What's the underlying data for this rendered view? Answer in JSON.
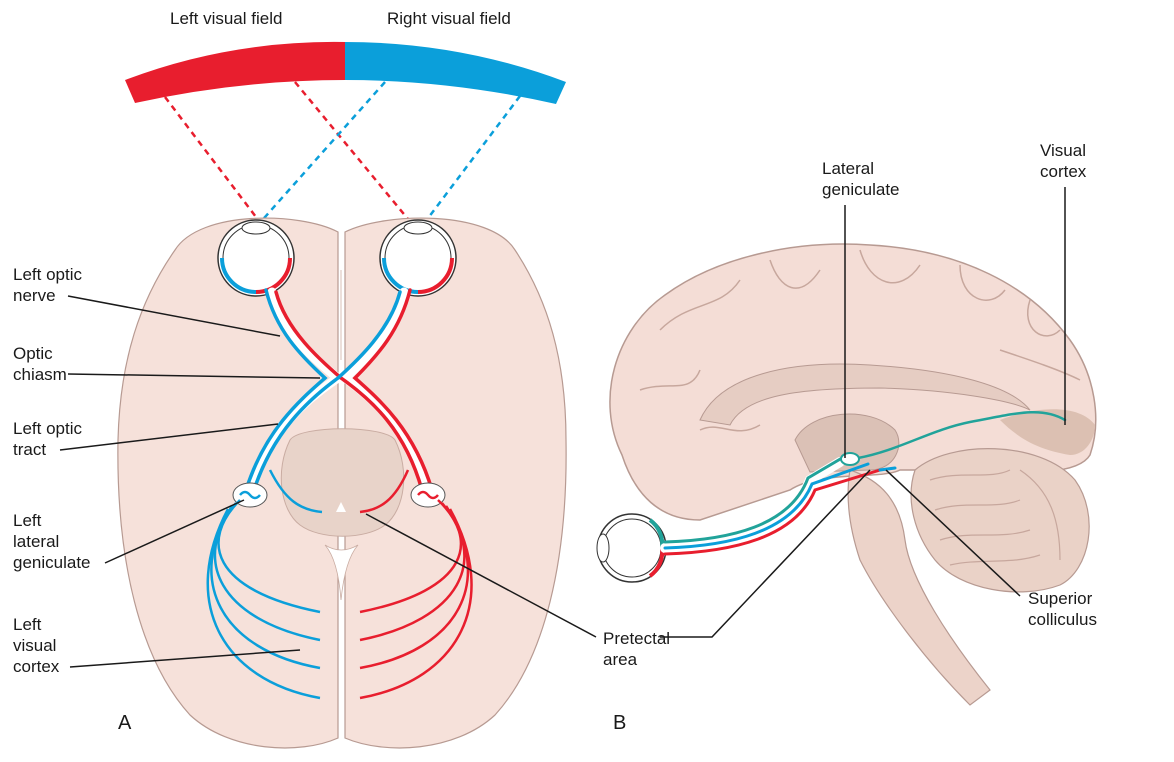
{
  "colors": {
    "left_field": "#e81e2e",
    "right_field": "#0b9fda",
    "brain_fill": "#f6e1da",
    "brain_outline": "#b79a92",
    "midbrain_fill": "#e8d3c9",
    "teal_pathway": "#21a39a",
    "label_line": "#1a1a1a"
  },
  "visual_field": {
    "left": "Left visual field",
    "right": "Right visual field"
  },
  "panel_a": {
    "letter": "A",
    "labels": {
      "left_optic_nerve": "Left optic\nnerve",
      "optic_chiasm": "Optic\nchiasm",
      "left_optic_tract": "Left optic\ntract",
      "left_lateral_geniculate": "Left\nlateral\ngeniculate",
      "left_visual_cortex": "Left\nvisual\ncortex"
    }
  },
  "panel_b": {
    "letter": "B",
    "labels": {
      "lateral_geniculate": "Lateral\ngeniculate",
      "visual_cortex": "Visual\ncortex",
      "superior_colliculus": "Superior\ncolliculus",
      "pretectal_area": "Pretectal\narea"
    }
  },
  "icons": [
    "eyeball-icon",
    "brain-icon"
  ]
}
